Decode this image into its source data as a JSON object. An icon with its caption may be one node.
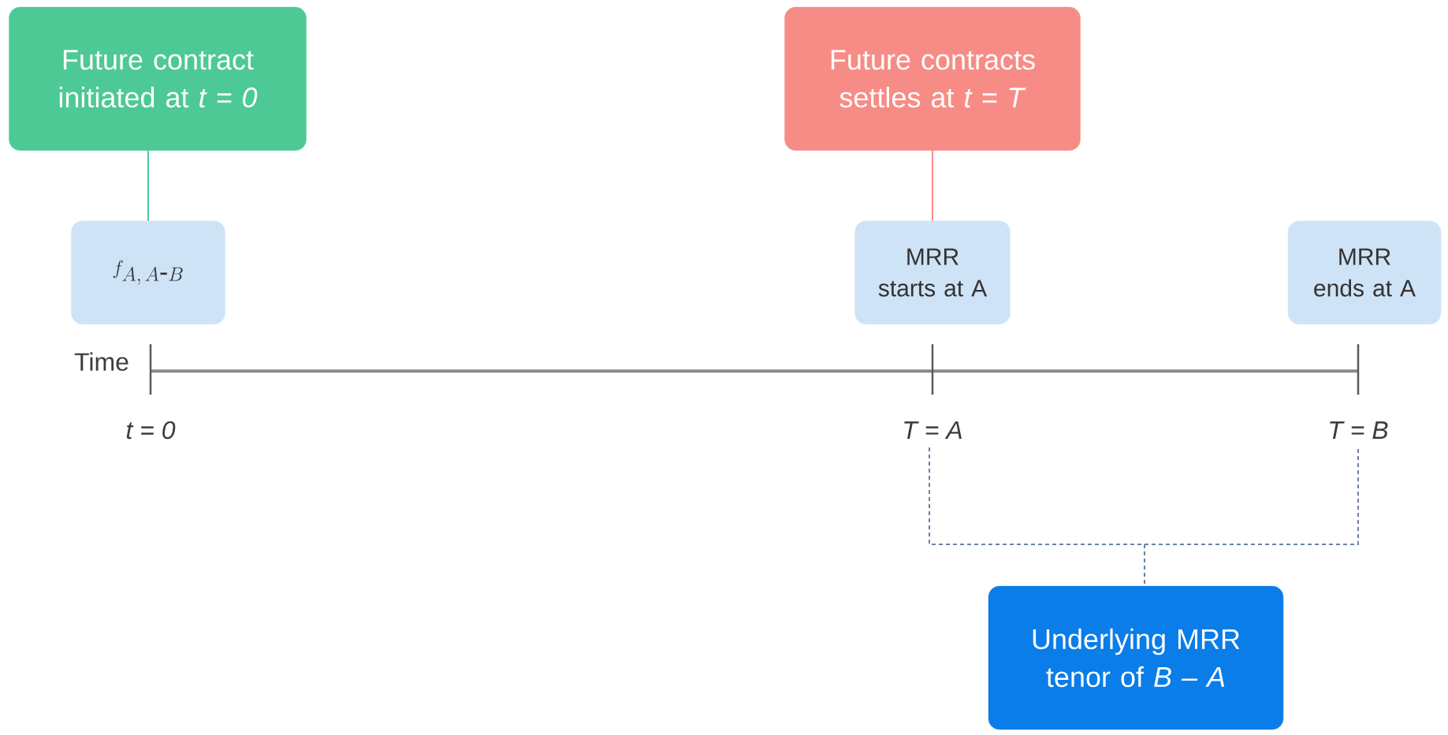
{
  "diagram": {
    "nodes": [
      {
        "text": [
          "Future contract initiated at *t = 0*"
        ]
      },
      {
        "text": [
          "Future contracts settles at *t = T*"
        ]
      },
      {
        "text": [
          "f_{A,\\,A\\mbox{-}B}"
        ]
      },
      {
        "text": [
          "MRR starts at A"
        ]
      },
      {
        "text": [
          "MRR ends at A"
        ]
      },
      {
        "text": [
          "Underlying MRR tenor of *B – A*"
        ]
      }
    ],
    "edges": [
      {
        "from": 0,
        "to": 2,
        "arrow": "none",
        "color": "#4dc995"
      },
      {
        "from": 1,
        "to": 3,
        "arrow": "none",
        "color": "#f78c86"
      }
    ],
    "labels": [
      "Time",
      "t = 0",
      "T = A",
      "T = B"
    ]
  }
}
